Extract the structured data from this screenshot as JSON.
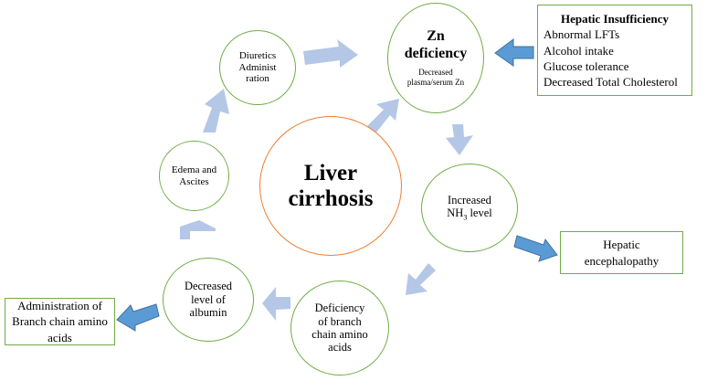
{
  "nodes": {
    "diuretics": "Diuretics Administ ration",
    "zn_title": "Zn deficiency",
    "zn_sub": "Decreased plasma/serum Zn",
    "ammonia_line1": "Increased",
    "ammonia_nh": "NH",
    "ammonia_sub": "3",
    "ammonia_rest": " level",
    "bcaa_def": "Deficiency of branch chain amino acids",
    "albumin": "Decreased level of albumin",
    "edema": "Edema and Ascites",
    "liver": "Liver cirrhosis"
  },
  "boxes": {
    "hepatic_insufficiency": {
      "title": "Hepatic Insufficiency",
      "items": [
        "Abnormal LFTs",
        "Alcohol intake",
        "Glucose tolerance",
        "Decreased Total Cholesterol"
      ]
    },
    "encephalopathy": "Hepatic encephalopathy",
    "bcaa_admin": "Administration of Branch chain amino acids"
  },
  "colors": {
    "circle_border": "#70ad47",
    "center_border": "#ed7d31",
    "cycle_arrow": "#b4c7e7",
    "side_arrow": "#5b9bd5",
    "side_arrow_border": "#41719c"
  }
}
